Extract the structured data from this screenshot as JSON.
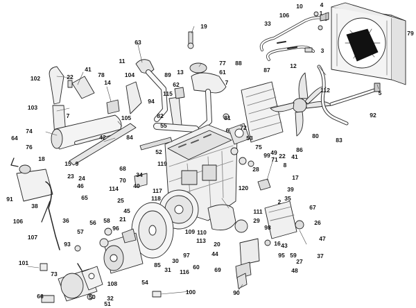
{
  "callouts": [
    {
      "id": "c1",
      "text": "1"
    },
    {
      "id": "c2",
      "text": "2"
    },
    {
      "id": "c3",
      "text": "3"
    },
    {
      "id": "c4",
      "text": "4"
    },
    {
      "id": "c5",
      "text": "5"
    },
    {
      "id": "c6",
      "text": "6"
    },
    {
      "id": "c7a",
      "text": "7"
    },
    {
      "id": "c7b",
      "text": "7"
    },
    {
      "id": "c8",
      "text": "8"
    },
    {
      "id": "c9",
      "text": "9"
    },
    {
      "id": "c10",
      "text": "10"
    },
    {
      "id": "c11",
      "text": "11"
    },
    {
      "id": "c12",
      "text": "12"
    },
    {
      "id": "c13",
      "text": "13"
    },
    {
      "id": "c14",
      "text": "14"
    },
    {
      "id": "c15",
      "text": "15"
    },
    {
      "id": "c16",
      "text": "16"
    },
    {
      "id": "c17",
      "text": "17"
    },
    {
      "id": "c18",
      "text": "18"
    },
    {
      "id": "c19",
      "text": "19"
    },
    {
      "id": "c20",
      "text": "20"
    },
    {
      "id": "c21",
      "text": "21"
    },
    {
      "id": "c22a",
      "text": "22"
    },
    {
      "id": "c22b",
      "text": "22"
    },
    {
      "id": "c23",
      "text": "23"
    },
    {
      "id": "c24",
      "text": "24"
    },
    {
      "id": "c25",
      "text": "25"
    },
    {
      "id": "c26",
      "text": "26"
    },
    {
      "id": "c27",
      "text": "27"
    },
    {
      "id": "c28",
      "text": "28"
    },
    {
      "id": "c29",
      "text": "29"
    },
    {
      "id": "c30",
      "text": "30"
    },
    {
      "id": "c31",
      "text": "31"
    },
    {
      "id": "c32",
      "text": "32"
    },
    {
      "id": "c33",
      "text": "33"
    },
    {
      "id": "c34",
      "text": "34"
    },
    {
      "id": "c35",
      "text": "35"
    },
    {
      "id": "c36",
      "text": "36"
    },
    {
      "id": "c37",
      "text": "37"
    },
    {
      "id": "c38",
      "text": "38"
    },
    {
      "id": "c39",
      "text": "39"
    },
    {
      "id": "c40",
      "text": "40"
    },
    {
      "id": "c41a",
      "text": "41"
    },
    {
      "id": "c41b",
      "text": "41"
    },
    {
      "id": "c42",
      "text": "42"
    },
    {
      "id": "c43",
      "text": "43"
    },
    {
      "id": "c44",
      "text": "44"
    },
    {
      "id": "c45",
      "text": "45"
    },
    {
      "id": "c46",
      "text": "46"
    },
    {
      "id": "c47",
      "text": "47"
    },
    {
      "id": "c48",
      "text": "48"
    },
    {
      "id": "c49",
      "text": "49"
    },
    {
      "id": "c50",
      "text": "50"
    },
    {
      "id": "c51",
      "text": "51"
    },
    {
      "id": "c52",
      "text": "52"
    },
    {
      "id": "c53",
      "text": "53"
    },
    {
      "id": "c54",
      "text": "54"
    },
    {
      "id": "c55",
      "text": "55"
    },
    {
      "id": "c56",
      "text": "56"
    },
    {
      "id": "c57",
      "text": "57"
    },
    {
      "id": "c58",
      "text": "58"
    },
    {
      "id": "c59",
      "text": "59"
    },
    {
      "id": "c60",
      "text": "60"
    },
    {
      "id": "c61",
      "text": "61"
    },
    {
      "id": "c62",
      "text": "62"
    },
    {
      "id": "c63",
      "text": "63"
    },
    {
      "id": "c64",
      "text": "64"
    },
    {
      "id": "c65",
      "text": "65"
    },
    {
      "id": "c66",
      "text": "66"
    },
    {
      "id": "c67",
      "text": "67"
    },
    {
      "id": "c68",
      "text": "68"
    },
    {
      "id": "c69",
      "text": "69"
    },
    {
      "id": "c70",
      "text": "70"
    },
    {
      "id": "c71",
      "text": "71"
    },
    {
      "id": "c72",
      "text": "72"
    },
    {
      "id": "c73",
      "text": "73"
    },
    {
      "id": "c74",
      "text": "74"
    },
    {
      "id": "c75",
      "text": "75"
    },
    {
      "id": "c76",
      "text": "76"
    },
    {
      "id": "c77",
      "text": "77"
    },
    {
      "id": "c78",
      "text": "78"
    },
    {
      "id": "c79",
      "text": "79"
    },
    {
      "id": "c80",
      "text": "80"
    },
    {
      "id": "c81",
      "text": "81"
    },
    {
      "id": "c82",
      "text": "82"
    },
    {
      "id": "c83",
      "text": "83"
    },
    {
      "id": "c84",
      "text": "84"
    },
    {
      "id": "c85",
      "text": "85"
    },
    {
      "id": "c86",
      "text": "86"
    },
    {
      "id": "c87",
      "text": "87"
    },
    {
      "id": "c88",
      "text": "88"
    },
    {
      "id": "c89",
      "text": "89"
    },
    {
      "id": "c90",
      "text": "90"
    },
    {
      "id": "c91",
      "text": "91"
    },
    {
      "id": "c92",
      "text": "92"
    },
    {
      "id": "c93",
      "text": "93"
    },
    {
      "id": "c94",
      "text": "94"
    },
    {
      "id": "c95",
      "text": "95"
    },
    {
      "id": "c96",
      "text": "96"
    },
    {
      "id": "c97",
      "text": "97"
    },
    {
      "id": "c98",
      "text": "98"
    },
    {
      "id": "c99",
      "text": "99"
    },
    {
      "id": "c100",
      "text": "100"
    },
    {
      "id": "c101",
      "text": "101"
    },
    {
      "id": "c102",
      "text": "102"
    },
    {
      "id": "c103",
      "text": "103"
    },
    {
      "id": "c104",
      "text": "104"
    },
    {
      "id": "c105",
      "text": "105"
    },
    {
      "id": "c106a",
      "text": "106"
    },
    {
      "id": "c106b",
      "text": "106"
    },
    {
      "id": "c107",
      "text": "107"
    },
    {
      "id": "c108",
      "text": "108"
    },
    {
      "id": "c109",
      "text": "109"
    },
    {
      "id": "c110",
      "text": "110"
    },
    {
      "id": "c111",
      "text": "111"
    },
    {
      "id": "c112",
      "text": "112"
    },
    {
      "id": "c113",
      "text": "113"
    },
    {
      "id": "c114",
      "text": "114"
    },
    {
      "id": "c115",
      "text": "115"
    },
    {
      "id": "c116",
      "text": "116"
    },
    {
      "id": "c117",
      "text": "117"
    },
    {
      "id": "c118",
      "text": "118"
    },
    {
      "id": "c119",
      "text": "119"
    },
    {
      "id": "c120",
      "text": "120"
    }
  ]
}
